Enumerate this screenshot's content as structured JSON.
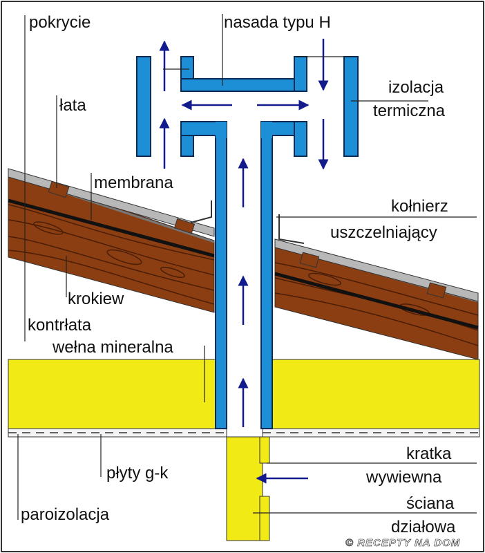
{
  "labels": {
    "pokrycie": "pokrycie",
    "nasada": "nasada typu H",
    "lata": "łata",
    "izolacja_1": "izolacja",
    "izolacja_2": "termiczna",
    "membrana": "membrana",
    "kolnierz_1": "kołnierz",
    "kolnierz_2": "uszczelniający",
    "krokiew": "krokiew",
    "kontrlata": "kontrłata",
    "welna": "wełna mineralna",
    "plyty": "płyty g-k",
    "kratka_1": "kratka",
    "kratka_2": "wywiewna",
    "paroizolacja": "paroizolacja",
    "sciana_1": "ściana",
    "sciana_2": "działowa"
  },
  "watermark": "© RECEPTY NA DOM",
  "colors": {
    "duct": "#1d8fd6",
    "duct_outline": "#0b2a55",
    "arrow": "#121a8c",
    "timber": "#8b3e12",
    "timber_grain": "#4a1d06",
    "wool": "#f2ea14",
    "border": "#333333",
    "roof_sheet": "#b8b8b8"
  }
}
